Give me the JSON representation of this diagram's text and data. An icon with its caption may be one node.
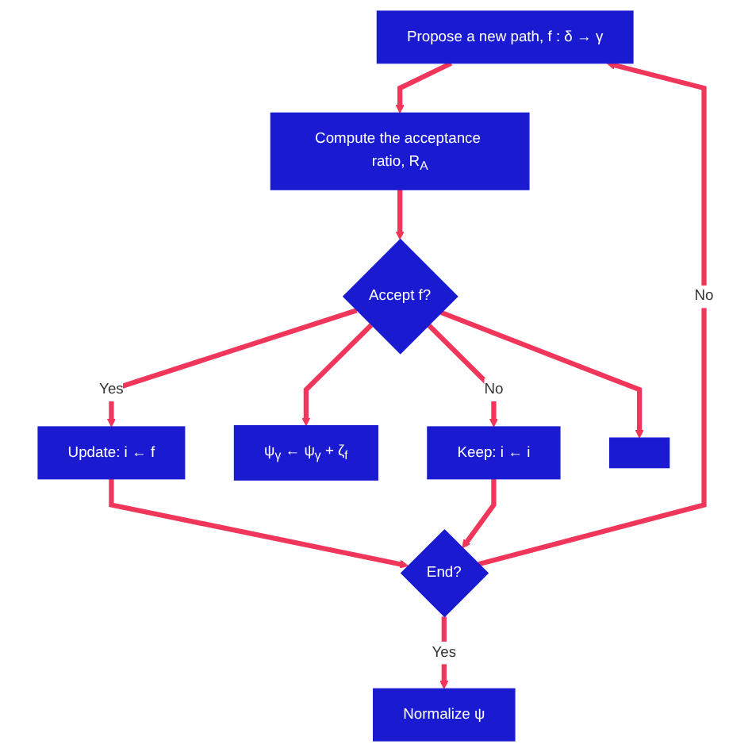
{
  "diagram": {
    "nodes": [
      {
        "text": [
          "Propose a new path, f : δ → γ"
        ]
      },
      {
        "text": [
          "Compute the acceptance ratio, R$_{A}$"
        ]
      },
      {
        "text": [
          "Accept f?"
        ]
      },
      {
        "text": [
          "Update: i ← f"
        ]
      },
      {
        "text": [
          "ψ$_{γ}$ ← ψ$_{γ}$ + ζ$_{f}$"
        ]
      },
      {
        "text": [
          "Keep: i ← i"
        ]
      },
      {
        "text": [],
        "shape": "box"
      },
      {
        "text": [
          "End?"
        ]
      },
      {
        "text": [
          "Normalize ψ"
        ]
      }
    ],
    "edges": [
      {
        "from": 7,
        "to": 0,
        "arrow": "to",
        "label": "No"
      },
      {
        "from": 0,
        "to": 1,
        "arrow": "to"
      },
      {
        "from": 1,
        "to": 2,
        "arrow": "to"
      },
      {
        "from": 2,
        "to": 3,
        "arrow": "to",
        "label": "Yes"
      },
      {
        "from": 2,
        "to": 4,
        "arrow": "to"
      },
      {
        "from": 2,
        "to": 5,
        "arrow": "to",
        "label": "No"
      },
      {
        "from": 2,
        "to": 6,
        "arrow": "to"
      },
      {
        "from": 3,
        "to": 7,
        "arrow": "to"
      },
      {
        "from": 5,
        "to": 7,
        "arrow": "to"
      },
      {
        "from": 7,
        "to": 8,
        "arrow": "to",
        "label": "Yes"
      }
    ]
  }
}
